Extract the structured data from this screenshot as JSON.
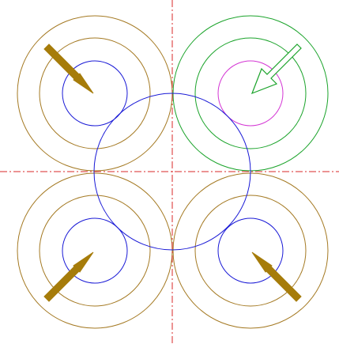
{
  "diagram": {
    "colors": {
      "background": "#ffffff",
      "guide_line": "#d9282a",
      "brown_ring": "#a47922",
      "blue_ring": "#1a1ad6",
      "green_ring": "#1aa32a",
      "magenta_ring": "#d436d4",
      "arrow_fill": "#a67c0a",
      "hollow_arrow": "#1aa32a"
    },
    "guides": [
      {
        "orientation": "vertical",
        "style": "dash-dot"
      },
      {
        "orientation": "horizontal",
        "style": "dash-dot"
      }
    ],
    "quadrants": [
      {
        "position": "top-left",
        "ring_colors": [
          "brown_ring",
          "brown_ring",
          "blue_ring"
        ],
        "arrow": "solid",
        "arrow_points": "down-right"
      },
      {
        "position": "top-right",
        "ring_colors": [
          "green_ring",
          "green_ring",
          "magenta_ring"
        ],
        "arrow": "hollow",
        "arrow_points": "down-left"
      },
      {
        "position": "bottom-left",
        "ring_colors": [
          "brown_ring",
          "brown_ring",
          "blue_ring"
        ],
        "arrow": "solid",
        "arrow_points": "up-right"
      },
      {
        "position": "bottom-right",
        "ring_colors": [
          "brown_ring",
          "brown_ring",
          "blue_ring"
        ],
        "arrow": "solid",
        "arrow_points": "up-left"
      }
    ],
    "center_circle": {
      "color": "blue_ring"
    }
  }
}
